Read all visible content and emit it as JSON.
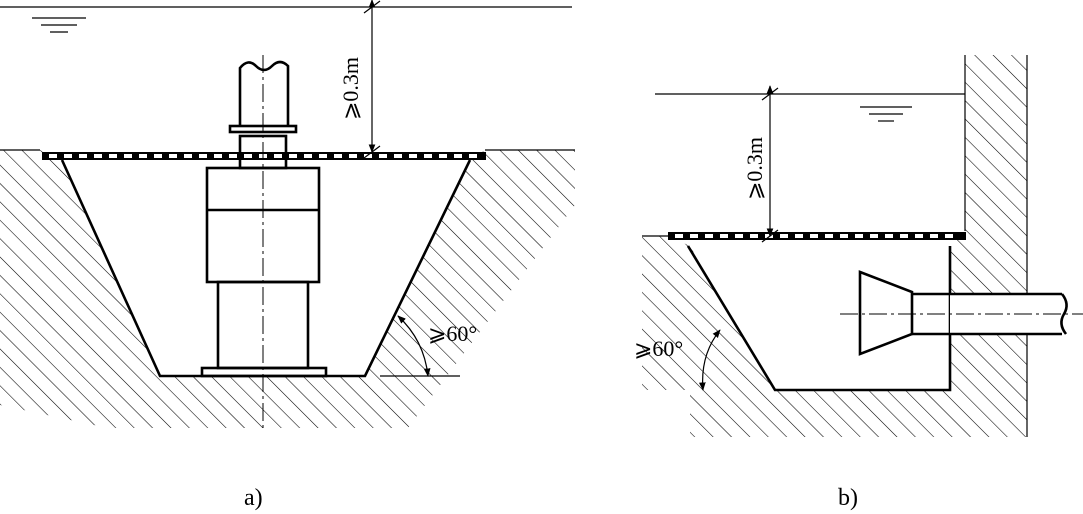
{
  "figure_a": {
    "dimension_label": "⩾0.3m",
    "angle_label": "⩾60°",
    "caption": "a)"
  },
  "figure_b": {
    "dimension_label": "⩾0.3m",
    "angle_label": "⩾60°",
    "caption": "b)"
  },
  "colors": {
    "line": "#000000",
    "background": "#ffffff"
  }
}
